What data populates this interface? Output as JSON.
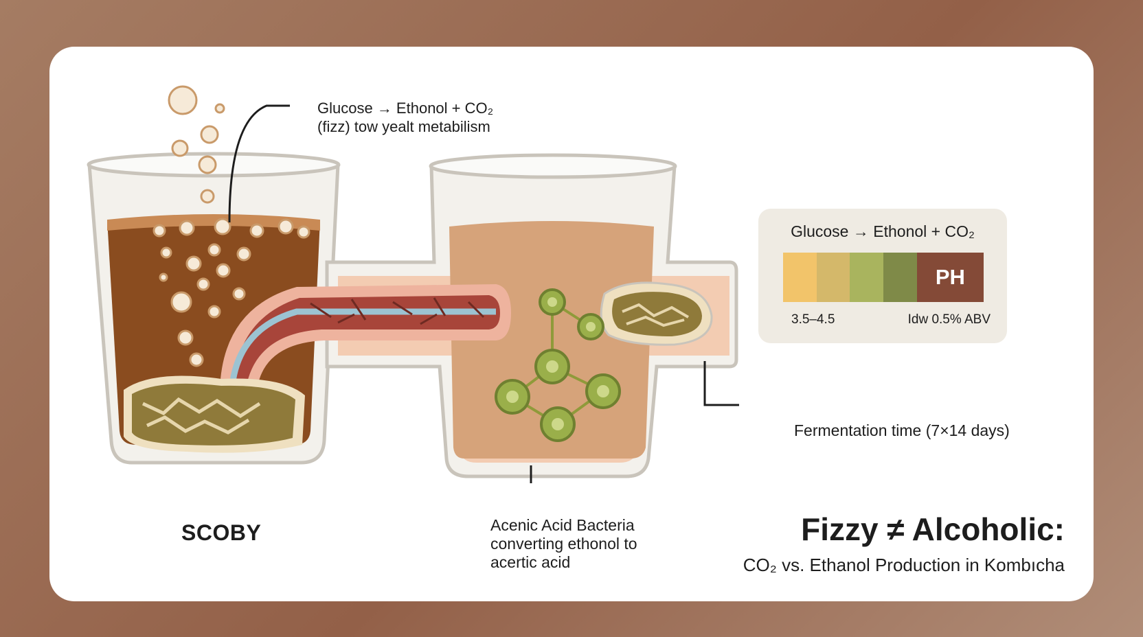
{
  "callout_top": {
    "line1": "Glucose → Ethonol + CO₂",
    "line2": "(fizz) tow yealt metabilism"
  },
  "scoby_label": "SCOBY",
  "bacteria_callout": {
    "line1": "Acenic Acid Bacteria",
    "line2": "converting ethonol to",
    "line3": "acertic acid"
  },
  "ph_panel": {
    "title": "Glucose → Ethonol + CO₂",
    "ph_label": "PH",
    "range": "3.5–4.5",
    "abv": "Idw 0.5% ABV",
    "colors": [
      "#f2c46a",
      "#d4b86a",
      "#a9b45e",
      "#7f8a48",
      "#844a37"
    ]
  },
  "fermentation_label": "Fermentation time (7×14 days)",
  "title": "Fizzy ≠ Alcoholic:",
  "subtitle": "CO₂ vs. Ethanol Production in Kombıcha",
  "colors": {
    "background": "#9a6a52",
    "card": "#ffffff",
    "tea_dark": "#8a4c1f",
    "tea_light": "#d6a37a",
    "scoby": "#8f7a3a",
    "bacteria": "#9aaf4a",
    "tube_red": "#a8453a",
    "tube_blue": "#9cc3d2"
  }
}
